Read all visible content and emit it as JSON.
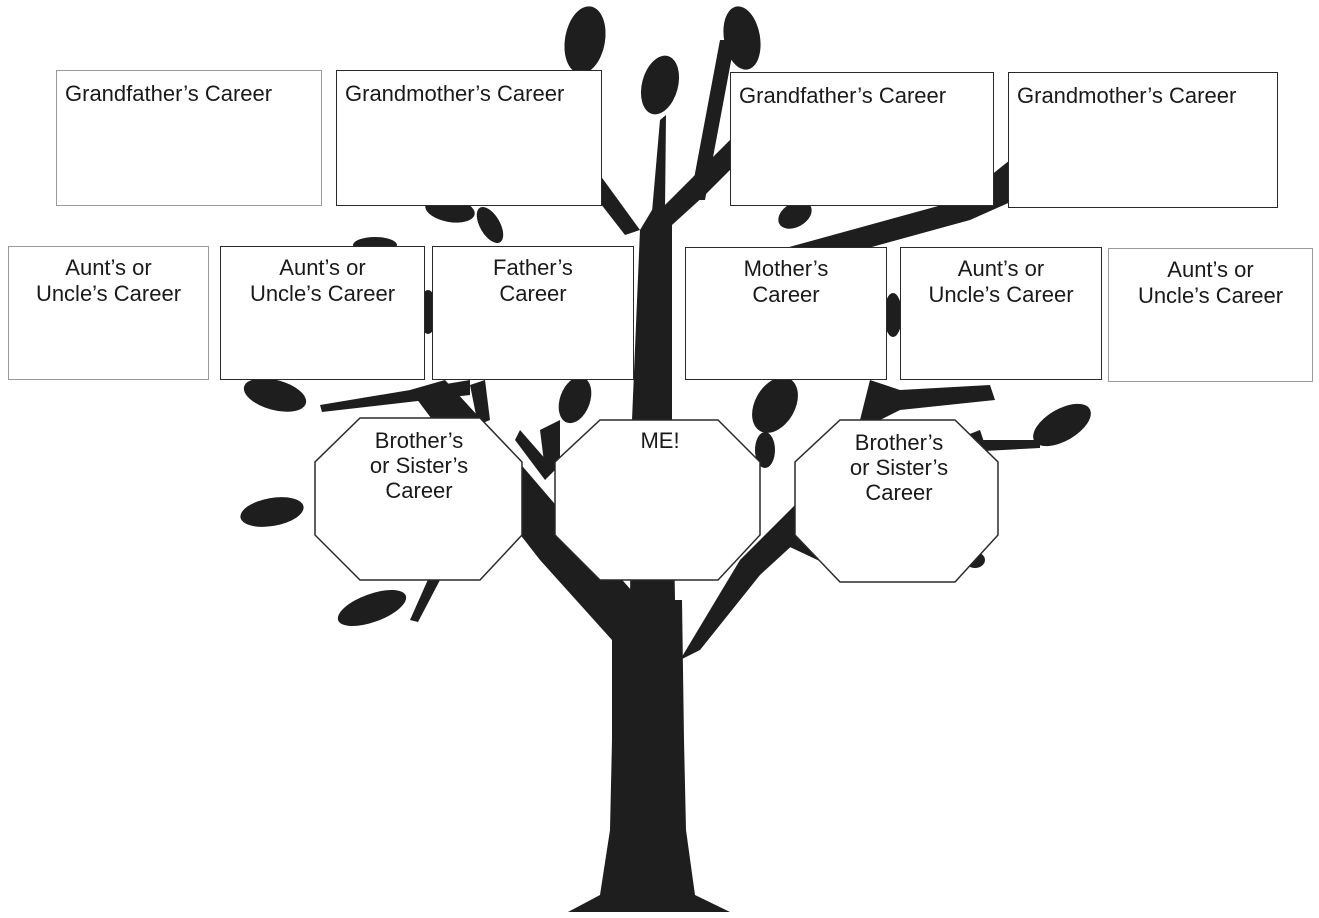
{
  "colors": {
    "tree": "#1e1e1e",
    "box_fill": "#ffffff",
    "text": "#1a1a1a"
  },
  "grandparents": [
    {
      "label": "Grandfather’s Career"
    },
    {
      "label": "Grandmother’s Career"
    },
    {
      "label": "Grandfather’s Career"
    },
    {
      "label": "Grandmother’s Career"
    }
  ],
  "parents_row": [
    {
      "line1": "Aunt’s or",
      "line2": "Uncle’s Career"
    },
    {
      "line1": "Aunt’s or",
      "line2": "Uncle’s Career"
    },
    {
      "line1": "Father’s",
      "line2": "Career"
    },
    {
      "line1": "Mother’s",
      "line2": "Career"
    },
    {
      "line1": "Aunt’s or",
      "line2": "Uncle’s Career"
    },
    {
      "line1": "Aunt’s or",
      "line2": "Uncle’s Career"
    }
  ],
  "siblings": [
    {
      "line1": "Brother’s",
      "line2": "or Sister’s",
      "line3": "Career"
    },
    {
      "line1": "Brother’s",
      "line2": "or Sister’s",
      "line3": "Career"
    }
  ],
  "me": {
    "label": "ME!"
  }
}
